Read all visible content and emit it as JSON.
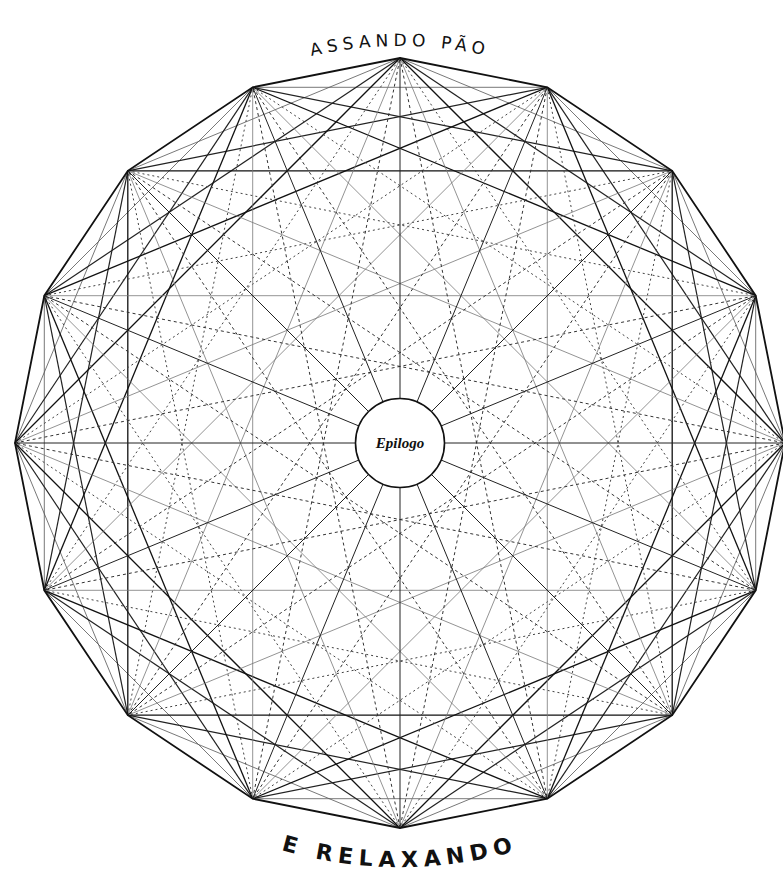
{
  "diagram": {
    "nodes": [
      {
        "text": [
          "Epilogo"
        ]
      }
    ],
    "labels": [
      "ASSANDO PÃO",
      "E RELAXANDO"
    ]
  }
}
